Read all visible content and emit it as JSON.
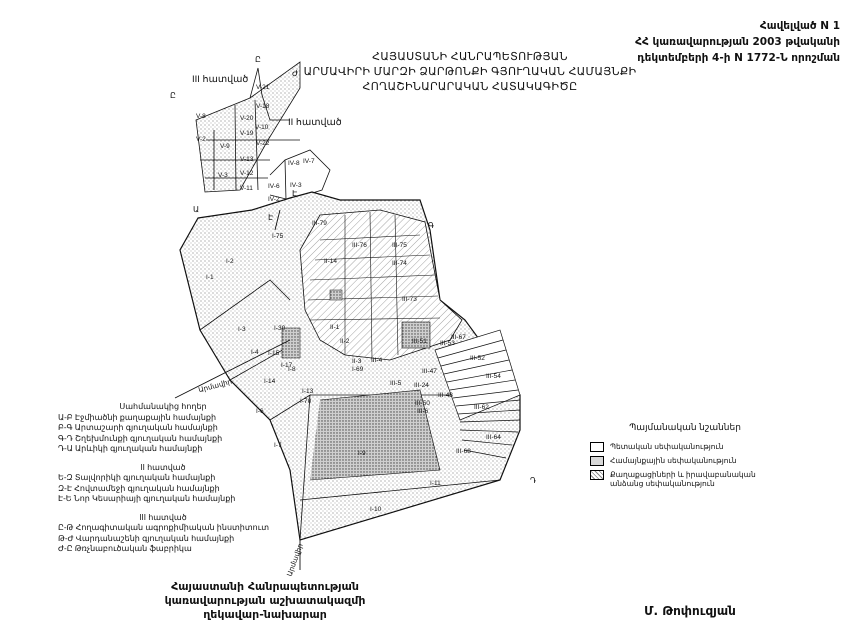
{
  "annex": {
    "line1": "Հավելված N 1",
    "line2": "ՀՀ կառավարության 2003 թվականի",
    "line3": "դեկտեմբերի 4-ի N 1772-Ն որոշման"
  },
  "title": {
    "line1": "ՀԱՅԱՍՏԱՆԻ ՀԱՆՐԱՊԵՏՈՒԹՅԱՆ",
    "line2": "ԱՐՄԱՎԻՐԻ ՄԱՐԶԻ ՁԱՐԹՈՆՔԻ ԳՅՈՒՂԱԿԱՆ ՀԱՄԱՅՆՔԻ",
    "line3": "ՀՈՂԱՇԻՆԱՐԱՐԱԿԱՆ ՀԱՏԱԿԱԳԻԾԸ"
  },
  "sections": {
    "s3": "III հատված",
    "s2": "II հատված",
    "s1": "I-1"
  },
  "roads": {
    "road1": "Արմավիր",
    "road2": "Արմավիր"
  },
  "plots": [
    {
      "id": "v21",
      "text": "V-21"
    },
    {
      "id": "v18",
      "text": "V-18"
    },
    {
      "id": "v20",
      "text": "V-20"
    },
    {
      "id": "v10",
      "text": "V-10"
    },
    {
      "id": "v19",
      "text": "V-19"
    },
    {
      "id": "v8",
      "text": "V-8"
    },
    {
      "id": "v2",
      "text": "V-2"
    },
    {
      "id": "v9",
      "text": "V-9"
    },
    {
      "id": "v22",
      "text": "V-22"
    },
    {
      "id": "v13",
      "text": "V-13"
    },
    {
      "id": "v12",
      "text": "V-12"
    },
    {
      "id": "v3",
      "text": "V-3"
    },
    {
      "id": "v11",
      "text": "V-11"
    },
    {
      "id": "iv8",
      "text": "IV-8"
    },
    {
      "id": "iv7",
      "text": "IV-7"
    },
    {
      "id": "iv6",
      "text": "IV-6"
    },
    {
      "id": "iv3",
      "text": "IV-3"
    },
    {
      "id": "iv2",
      "text": "IV-2"
    },
    {
      "id": "i75",
      "text": "I-75"
    },
    {
      "id": "iii79",
      "text": "III-79"
    },
    {
      "id": "iii76",
      "text": "III-76"
    },
    {
      "id": "iii75",
      "text": "III-75"
    },
    {
      "id": "iii74",
      "text": "III-74"
    },
    {
      "id": "i2",
      "text": "I-2"
    },
    {
      "id": "i1",
      "text": "I-1"
    },
    {
      "id": "i14",
      "text": "II-14"
    },
    {
      "id": "iii73",
      "text": "III-73"
    },
    {
      "id": "i3",
      "text": "I-3"
    },
    {
      "id": "i30",
      "text": "I-30"
    },
    {
      "id": "ii1",
      "text": "II-1"
    },
    {
      "id": "ii2",
      "text": "II-2"
    },
    {
      "id": "i4",
      "text": "I-4"
    },
    {
      "id": "i15",
      "text": "I-15"
    },
    {
      "id": "i17",
      "text": "I-17"
    },
    {
      "id": "i8",
      "text": "I-8"
    },
    {
      "id": "i69",
      "text": "I-69"
    },
    {
      "id": "i14b",
      "text": "I-14"
    },
    {
      "id": "i13",
      "text": "I-13"
    },
    {
      "id": "i70",
      "text": "I-70"
    },
    {
      "id": "i6",
      "text": "I-6"
    },
    {
      "id": "i7",
      "text": "I-7"
    },
    {
      "id": "i9",
      "text": "I-9"
    },
    {
      "id": "i10",
      "text": "I-10"
    },
    {
      "id": "i11",
      "text": "I-11"
    },
    {
      "id": "iii47",
      "text": "III-47"
    },
    {
      "id": "iii48",
      "text": "III-48"
    },
    {
      "id": "iii50",
      "text": "III-50"
    },
    {
      "id": "iii52",
      "text": "III-52"
    },
    {
      "id": "iii54",
      "text": "III-54"
    },
    {
      "id": "iii53",
      "text": "III-53"
    },
    {
      "id": "iii62",
      "text": "III-62"
    },
    {
      "id": "iii64",
      "text": "III-64"
    },
    {
      "id": "iii68",
      "text": "III-68"
    },
    {
      "id": "iii67",
      "text": "III-67"
    },
    {
      "id": "iii51",
      "text": "III-51"
    },
    {
      "id": "iii5",
      "text": "III-5"
    },
    {
      "id": "iii4",
      "text": "III-4"
    },
    {
      "id": "ii3",
      "text": "II-3"
    },
    {
      "id": "iii24",
      "text": "III-24"
    },
    {
      "id": "iii6",
      "text": "III-6"
    }
  ],
  "legend_left": {
    "heading": "Սահմանակից հողեր",
    "s1_items": [
      "Ա-Բ Էջմիածնի քաղաքային համայնքի",
      "Բ-Գ Արտաշարի գյուղական համայնքի",
      "Գ-Դ Շղեխմունքի գյուղական համայնքի",
      "Դ-Ա Արևիկի գյուղական համայնքի"
    ],
    "s2_heading": "II հատված",
    "s2_items": [
      "Ե-Զ Տալվորիկի գյուղական համայնքի",
      "Զ-Է Հովտամեջի գյուղական համայնքի",
      "Է-Ե Նոր Կեսարիայի գյուղական համայնքի"
    ],
    "s3_heading": "III հատված",
    "s3_items": [
      "Ը-Թ Հողագիտական ագրոքիմիական ինստիտուտ",
      "Թ-Ժ Վարդանաշենի գյուղական համայնքի",
      "Ժ-Ը Թռչնաբուծական ֆաբրիկա"
    ]
  },
  "legend_right": {
    "title": "Պայմանական նշաններ",
    "items": [
      {
        "label": "Պետական սեփականություն"
      },
      {
        "label": "Համայնքային սեփականություն"
      },
      {
        "label": "Քաղաքացիների և իրավաբանական անձանց սեփականություն"
      }
    ]
  },
  "footer": {
    "left1": "Հայաստանի Հանրապետության",
    "left2": "կառավարության աշխատակազմի",
    "left3": "ղեկավար-նախարար",
    "right": "Մ. Թոփուզյան"
  }
}
